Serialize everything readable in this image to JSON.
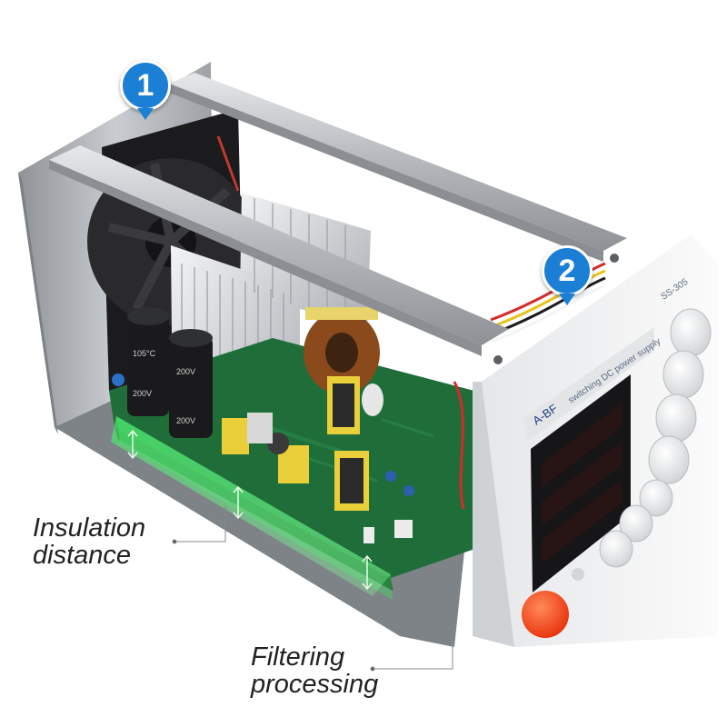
{
  "callouts": {
    "insulation_label_line1": "Insulation",
    "insulation_label_line2": "distance",
    "filtering_label_line1": "Filtering",
    "filtering_label_line2": "processing"
  },
  "markers": {
    "marker_1": "1",
    "marker_2": "2"
  },
  "device": {
    "brand_text": "A-BF",
    "front_panel_text": "switching DC power supply",
    "model_text": "SS-305"
  },
  "capacitors": {
    "capacitor_text_1": "105°C",
    "capacitor_text_2": "200V"
  },
  "colors": {
    "badge_blue": "#1c7fd6",
    "pcb_green": "#1f6e3a",
    "highlight_green": "#3dd65f",
    "chassis_grey": "#b9bcc0",
    "knob_white": "#f0f0f0",
    "power_button_red": "#ff4a1a"
  }
}
